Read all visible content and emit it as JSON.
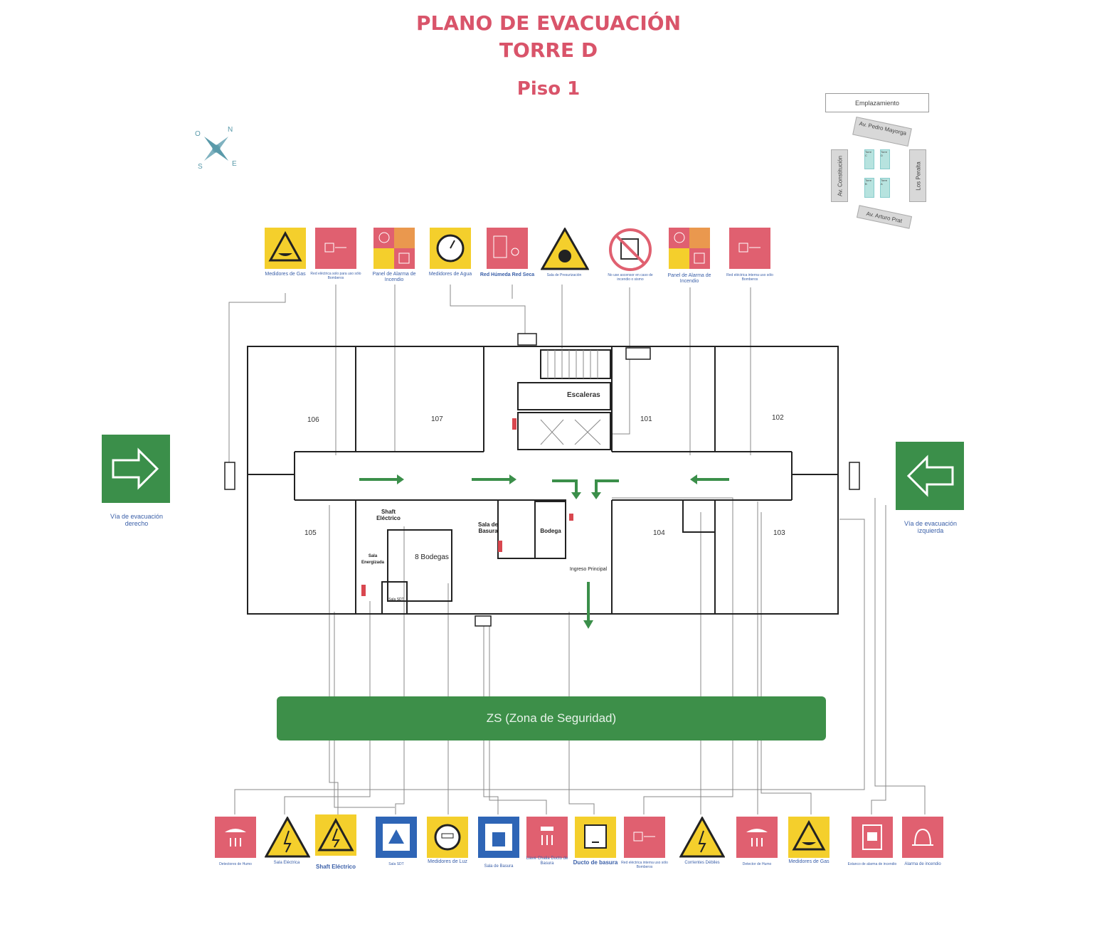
{
  "title": {
    "line1": "PLANO DE EVACUACIÓN",
    "line2": "TORRE D",
    "floor": "Piso 1"
  },
  "compass": {
    "n": "N",
    "e": "E",
    "s": "S",
    "o": "O"
  },
  "location_map": {
    "title": "Emplazamiento",
    "streets": {
      "top": "Av. Pedro Mayorga",
      "left": "Av. Constitución",
      "right": "Los Peralta",
      "bottom": "Av. Arturo Prat"
    },
    "towers": [
      "Torre C",
      "Torre D",
      "Torre B",
      "Torre A"
    ]
  },
  "top_icons": [
    {
      "label": "Medidores de Gas",
      "icon": "gas-meter-icon",
      "color": "#f4cf2c"
    },
    {
      "label": "Red eléctrica solo para uso sólo Bomberos",
      "icon": "electrical-network-icon",
      "color": "#e06070"
    },
    {
      "label": "Panel de Alarma de Incendio",
      "icon": "fire-alarm-panel-icon",
      "color": "#e06070"
    },
    {
      "label": "Medidores de Agua",
      "icon": "water-meter-icon",
      "color": "#f4cf2c"
    },
    {
      "label": "Red Húmeda Red Seca",
      "icon": "fire-hose-icon",
      "color": "#e06070"
    },
    {
      "label": "Sala de Presurización",
      "icon": "pressurization-warning-icon",
      "color": "#f4cf2c"
    },
    {
      "label": "No use ascensor en caso de incendio o sismo",
      "icon": "no-elevator-icon",
      "color": "#e06070"
    },
    {
      "label": "Panel de Alarma de Incendio",
      "icon": "fire-alarm-panel-icon",
      "color": "#e06070"
    },
    {
      "label": "Red eléctrica interna uso sólo Bomberos",
      "icon": "electrical-network-icon",
      "color": "#e06070"
    }
  ],
  "bottom_icons": [
    {
      "label": "Detectores de Humo",
      "icon": "smoke-detector-icon",
      "color": "#e06070"
    },
    {
      "label": "Sala Eléctrica",
      "icon": "electric-warning-icon",
      "color": "#f4cf2c"
    },
    {
      "label": "Shaft Eléctrico",
      "icon": "electric-shaft-icon",
      "color": "#f4cf2c"
    },
    {
      "label": "Sala SDT",
      "icon": "sdt-room-icon",
      "color": "#2e65b6"
    },
    {
      "label": "Medidores de Luz",
      "icon": "light-meter-icon",
      "color": "#f4cf2c"
    },
    {
      "label": "Sala de Basura",
      "icon": "garbage-room-icon",
      "color": "#2e65b6"
    },
    {
      "label": "Llave Chalia Ducto de Basura",
      "icon": "shower-valve-icon",
      "color": "#e06070"
    },
    {
      "label": "Ducto de basura",
      "icon": "garbage-chute-icon",
      "color": "#f4cf2c"
    },
    {
      "label": "Red eléctrica interna uso sólo Bomberos",
      "icon": "electrical-network-icon",
      "color": "#e06070"
    },
    {
      "label": "Corrientes Débiles",
      "icon": "weak-current-icon",
      "color": "#f4cf2c"
    },
    {
      "label": "Detector de Humo",
      "icon": "smoke-detector-icon",
      "color": "#e06070"
    },
    {
      "label": "Medidores de Gas",
      "icon": "gas-meter-icon",
      "color": "#f4cf2c"
    },
    {
      "label": "Estanco de alarma de incendio",
      "icon": "alarm-pull-station-icon",
      "color": "#e06070"
    },
    {
      "label": "Alarma de incendio",
      "icon": "alarm-bell-icon",
      "color": "#e06070"
    }
  ],
  "evacuation": {
    "left": "Vía de evacuación derecho",
    "right": "Vía de evacuación izquierda"
  },
  "rooms": {
    "r106": "106",
    "r107": "107",
    "r101": "101",
    "r102": "102",
    "r105": "105",
    "r104": "104",
    "r103": "103",
    "escaleras": "Escaleras",
    "shaft": "Shaft Eléctrico",
    "sala_basura": "Sala de Basura",
    "bodega": "Bodega",
    "sala_energizada": "Sala Energizada",
    "bodegas": "8 Bodegas",
    "sala_sdt": "Sala SDT",
    "ingreso": "Ingreso Principal"
  },
  "zone": "ZS (Zona de Seguridad)"
}
